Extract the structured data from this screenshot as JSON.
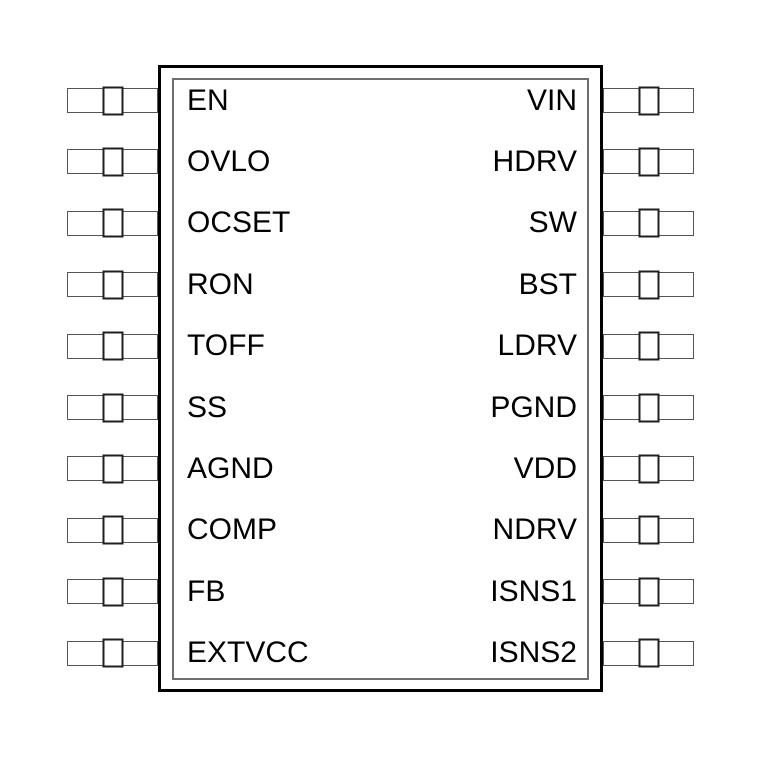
{
  "diagram": {
    "kind": "ic-pinout",
    "pins_per_side": 10
  },
  "colors": {
    "background": "#ffffff",
    "chip_border": "#000000",
    "inner_outline": "#6e6e6e",
    "pin_outline": "#545454",
    "pin_square_outline": "#1f1f1f",
    "text": "#000000"
  },
  "pins": {
    "left": [
      {
        "label": "EN"
      },
      {
        "label": "OVLO"
      },
      {
        "label": "OCSET"
      },
      {
        "label": "RON"
      },
      {
        "label": "TOFF"
      },
      {
        "label": "SS"
      },
      {
        "label": "AGND"
      },
      {
        "label": "COMP"
      },
      {
        "label": "FB"
      },
      {
        "label": "EXTVCC"
      }
    ],
    "right": [
      {
        "label": "VIN"
      },
      {
        "label": "HDRV"
      },
      {
        "label": "SW"
      },
      {
        "label": "BST"
      },
      {
        "label": "LDRV"
      },
      {
        "label": "PGND"
      },
      {
        "label": "VDD"
      },
      {
        "label": "NDRV"
      },
      {
        "label": "ISNS1"
      },
      {
        "label": "ISNS2"
      }
    ]
  }
}
